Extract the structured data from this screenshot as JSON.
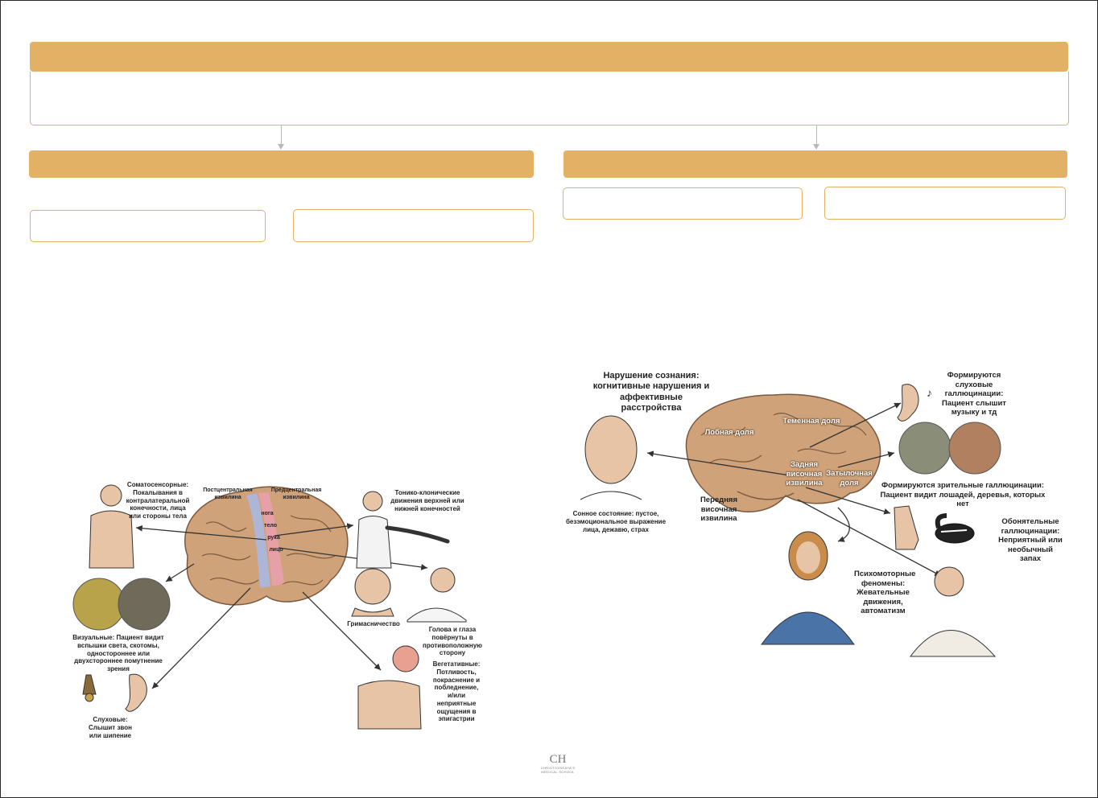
{
  "diagram": {
    "colors": {
      "accent": "#e3b165",
      "box_border": "#e3b165",
      "arrow": "#b9b9b9",
      "brain": "#cfa27a",
      "skin": "#e8c4a6",
      "motor_strip": "#e8a0ac",
      "sensory_strip": "#a8b8e0"
    },
    "left": {
      "labels": {
        "postcentral": "Постцентральная извилина",
        "precentral": "Предцентральная извилина",
        "leg": "нога",
        "body": "тело",
        "arm": "рука",
        "face": "лицо",
        "somatosensory": "Соматосенсорные: Покалывания в контралатеральной конечности, лица или стороны тела",
        "tonic": "Тонико-клонические движения верхней или нижней конечностей",
        "grimace": "Гримасничество",
        "head_eyes": "Голова и глаза повёрнуты в противоположную сторону",
        "visual": "Визуальные: Пациент видит вспышки света, скотомы, одностороннее или двухстороннее помутнение зрения",
        "vegetative": "Вегетативные: Потливость, покраснение и побледнение, и/или неприятные ощущения в эпигастрии",
        "auditory": "Слуховые: Слышит звон или шипение"
      }
    },
    "right": {
      "labels": {
        "consciousness": "Нарушение сознания: когнитивные нарушения и аффективные расстройства",
        "dream": "Сонное состояние: пустое, безэмоциональное выражение лица, дежавю, страх",
        "frontal": "Лобная доля",
        "parietal": "Теменная доля",
        "posterior_temporal": "Задняя височная извилина",
        "occipital": "Затылочная доля",
        "anterior_temporal": "Передняя височная извилина",
        "auditory_hall": "Формируются слуховые галлюцинации: Пациент слышит музыку и тд",
        "visual_hall": "Формируются зрительные галлюцинации: Пациент видит лошадей, деревья, которых нет",
        "olfactory_hall": "Обонятельные галлюцинации: Неприятный или необычный запах",
        "psychomotor": "Психомоторные феномены: Жевательные движения, автоматизм"
      }
    },
    "logo": {
      "mark": "CH",
      "name": "CHRISTOVSKAYA'S",
      "sub": "MEDICAL SCHOOL"
    }
  }
}
